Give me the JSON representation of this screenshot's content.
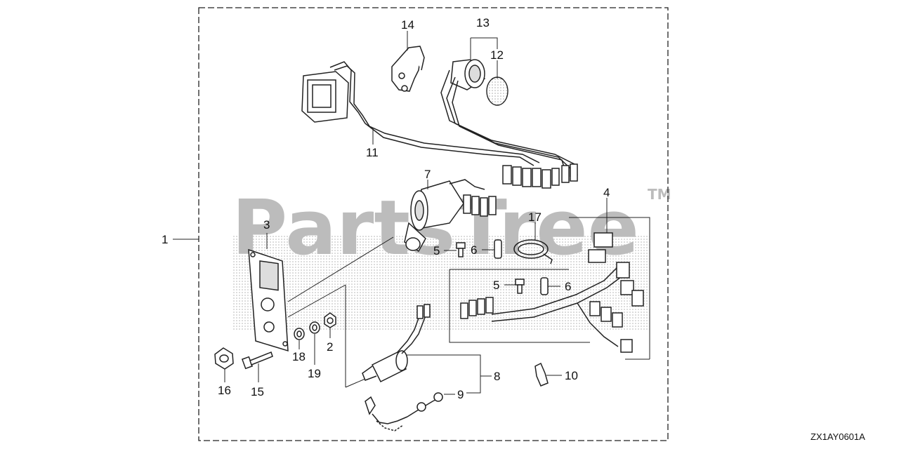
{
  "diagram": {
    "callouts": {
      "c1": "1",
      "c2": "2",
      "c3": "3",
      "c4": "4",
      "c5a": "5",
      "c5b": "5",
      "c6a": "6",
      "c6b": "6",
      "c7": "7",
      "c8": "8",
      "c9": "9",
      "c10": "10",
      "c11": "11",
      "c12": "12",
      "c13": "13",
      "c14": "14",
      "c15": "15",
      "c16": "16",
      "c17": "17",
      "c18": "18",
      "c19": "19"
    },
    "diagram_code": "ZX1AY0601A"
  },
  "watermark": {
    "brand": "PartsTree",
    "trademark": "TM"
  }
}
